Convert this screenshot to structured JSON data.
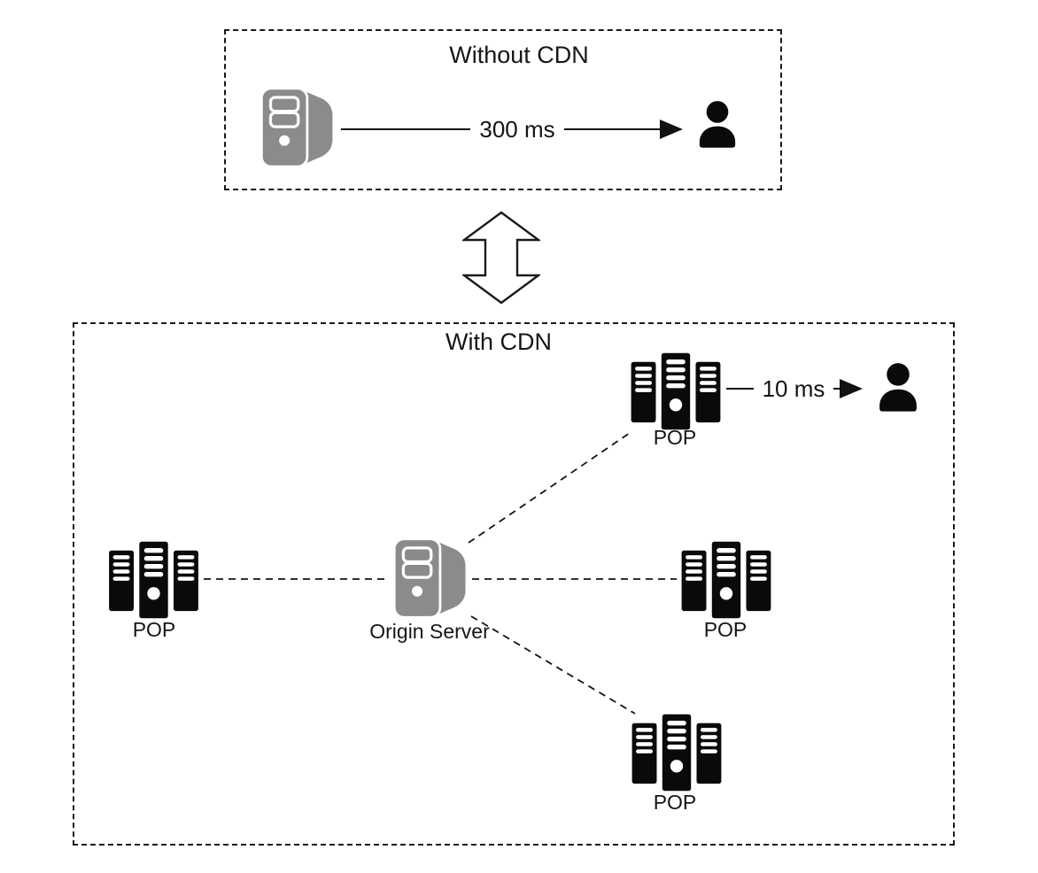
{
  "page": {
    "background": "#ffffff"
  },
  "colors": {
    "server_gray": "#8b8b8b",
    "node_black": "#0a0a0a",
    "line_black": "#000000"
  },
  "icons": {
    "origin_server": "tower-server-icon",
    "edge_node": "pop-cluster-icon",
    "end_user": "person-icon",
    "transition": "up-down-double-arrow-icon",
    "flow": "right-arrowhead"
  },
  "without_cdn": {
    "title": "Without CDN",
    "latency": "300 ms"
  },
  "with_cdn": {
    "title": "With CDN",
    "latency": "10 ms",
    "origin": {
      "label": "Origin Server"
    },
    "pops": [
      {
        "position": "top-right",
        "label": "POP"
      },
      {
        "position": "left",
        "label": "POP"
      },
      {
        "position": "right",
        "label": "POP"
      },
      {
        "position": "bottom",
        "label": "POP"
      }
    ]
  }
}
